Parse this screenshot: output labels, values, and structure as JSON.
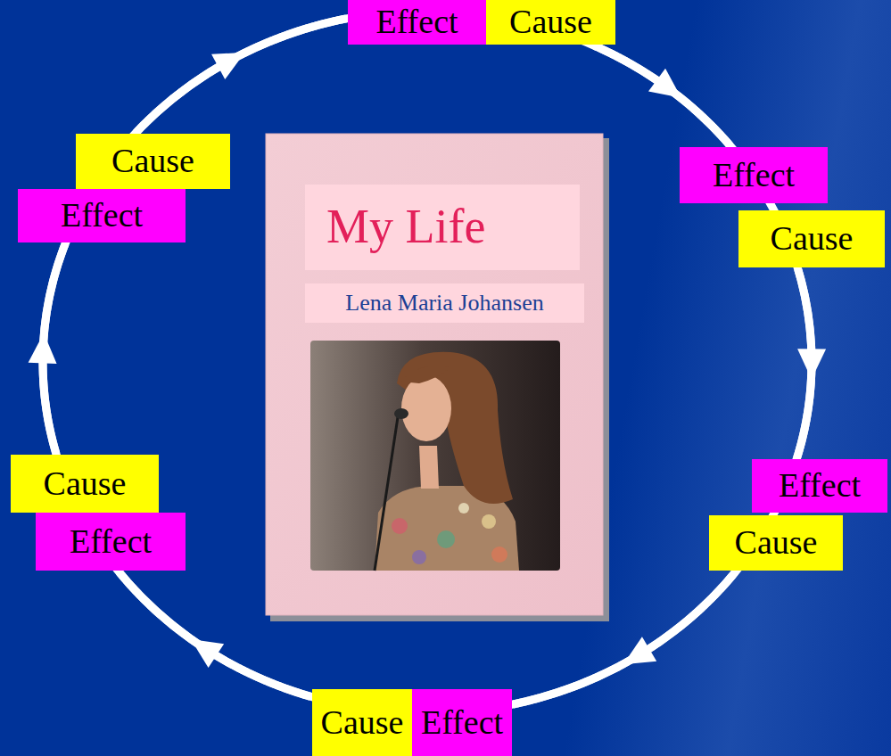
{
  "diagram": {
    "nodes": [
      {
        "text": [
          "Effect"
        ]
      },
      {
        "text": [
          "Cause"
        ]
      },
      {
        "text": [
          "Cause"
        ]
      },
      {
        "text": [
          "Effect"
        ]
      },
      {
        "text": [
          "Effect"
        ]
      },
      {
        "text": [
          "Cause"
        ]
      },
      {
        "text": [
          "My Life"
        ]
      },
      {
        "text": [
          "Lena Maria Johansen"
        ]
      },
      {
        "text": [
          "Cause"
        ]
      },
      {
        "text": [
          "Effect"
        ]
      },
      {
        "text": [
          "Effect"
        ]
      },
      {
        "text": [
          "Cause"
        ]
      },
      {
        "text": [
          "Cause"
        ]
      },
      {
        "text": [
          "Effect"
        ]
      }
    ],
    "edges": [
      {
        "from": 1,
        "to": 4,
        "arrow": "to"
      },
      {
        "from": 5,
        "to": 10,
        "arrow": "to"
      },
      {
        "from": 11,
        "to": 13,
        "arrow": "to"
      },
      {
        "from": 12,
        "to": 9,
        "arrow": "to"
      },
      {
        "from": 8,
        "to": 3,
        "arrow": "to"
      },
      {
        "from": 2,
        "to": 0,
        "arrow": "to"
      }
    ]
  }
}
